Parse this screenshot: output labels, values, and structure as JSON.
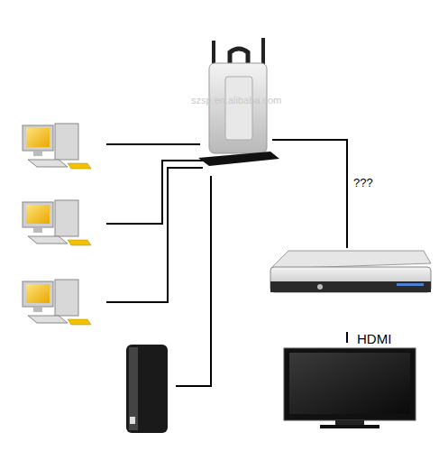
{
  "diagram": {
    "labels": [
      "szsp.en.alibaba.com",
      "???",
      "HDMI"
    ]
  }
}
